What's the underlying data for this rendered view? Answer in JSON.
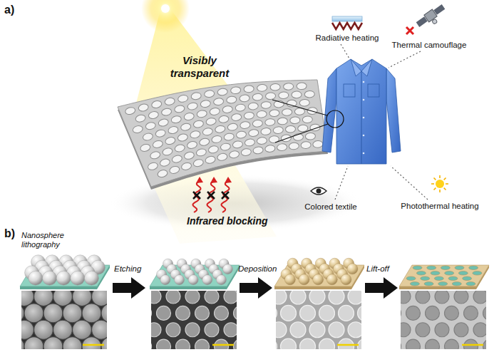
{
  "diagram": {
    "labels": [
      "a)",
      "Visibly transparent",
      "Infrared blocking",
      "Radiative heating",
      "Thermal camouflage",
      "Colored textile",
      "Photothermal heating",
      "b)",
      "Nanosphere lithography",
      "Etching",
      "Deposition",
      "Lift-off"
    ]
  }
}
